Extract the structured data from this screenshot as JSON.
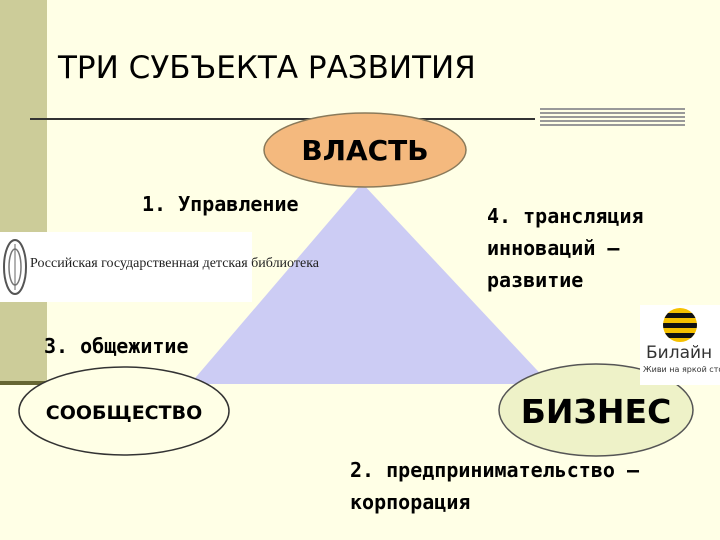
{
  "title": "ТРИ СУБЪЕКТА РАЗВИТИЯ",
  "nodes": {
    "power": "ВЛАСТЬ",
    "community": "СООБЩЕСТВО",
    "business": "БИЗНЕС"
  },
  "labels": {
    "management": "1. Управление",
    "entrepreneurship": [
      "2. предпринимательство –",
      "корпорация"
    ],
    "community_life": "3. общежитие",
    "innovation": [
      "4. трансляция",
      "инноваций –",
      "развитие"
    ]
  },
  "logos": {
    "library": "Российская государственная детская библиотека",
    "beeline_name": "Билайн",
    "beeline_slogan": "Живи на яркой стороне"
  },
  "colors": {
    "triangle": "#ccccf4",
    "power_ellipse": "#f4b97e",
    "business_ellipse": "#eef2c8",
    "community_ellipse": "#ffffe6"
  }
}
